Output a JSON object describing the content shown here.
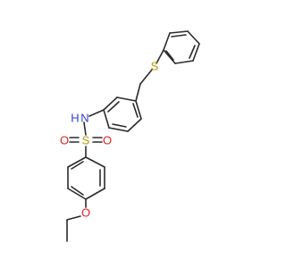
{
  "molecule": {
    "colors": {
      "bond": "#2b2b2b",
      "carbon": "#2b2b2b",
      "sulfur": "#b59a00",
      "nitrogen": "#2f3fd6",
      "oxygen": "#e02020",
      "background": "#ffffff"
    },
    "labels": {
      "thioether_sulfur": "S",
      "amine_nitrogen": "N",
      "amine_hydrogen": "H",
      "sulfonyl_sulfur": "S",
      "sulfonyl_oxygen_left": "O",
      "sulfonyl_oxygen_right": "O",
      "ether_oxygen": "O"
    }
  }
}
